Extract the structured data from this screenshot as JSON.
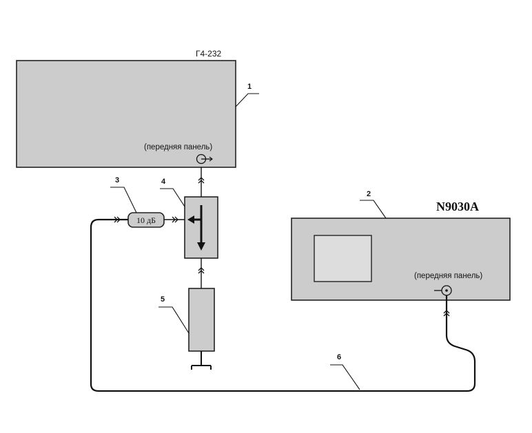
{
  "generator": {
    "model": "Г4-232",
    "number": "1",
    "panel_label": "(передняя панель)"
  },
  "analyzer": {
    "model": "N9030A",
    "number": "2",
    "panel_label": "(передняя панель)"
  },
  "attenuator": {
    "number": "3",
    "label": "10 дБ"
  },
  "coupler": {
    "number": "4"
  },
  "load": {
    "number": "5"
  },
  "cable": {
    "number": "6"
  },
  "colors": {
    "box_fill": "#cccccc",
    "outline": "#222222",
    "screen_fill": "#dddddd"
  }
}
